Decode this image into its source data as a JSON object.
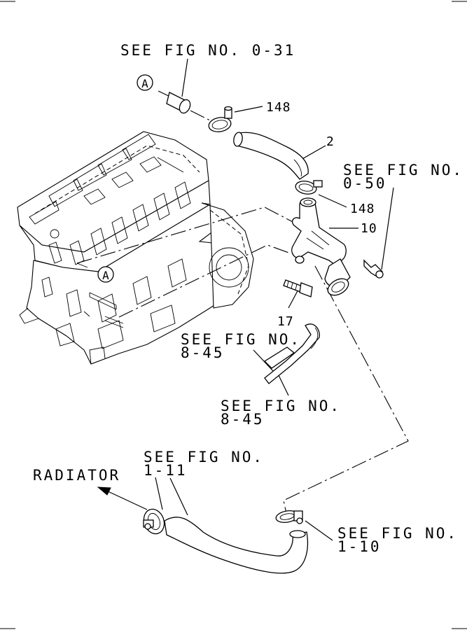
{
  "references": {
    "fig_0_31": "SEE FIG NO. 0-31",
    "fig_0_50_line1": "SEE FIG NO.",
    "fig_0_50_line2": "0-50",
    "fig_8_45_a_line1": "SEE FIG NO.",
    "fig_8_45_a_line2": "8-45",
    "fig_8_45_b_line1": "SEE FIG NO.",
    "fig_8_45_b_line2": "8-45",
    "fig_1_11_line1": "SEE FIG NO.",
    "fig_1_11_line2": "1-11",
    "fig_1_10_line1": "SEE FIG NO.",
    "fig_1_10_line2": "1-10"
  },
  "callouts": {
    "circle_a_top": "A",
    "circle_a_engine": "A",
    "part_148_upper": "148",
    "part_2": "2",
    "part_148_lower": "148",
    "part_10": "10",
    "part_17": "17"
  },
  "labels": {
    "radiator": "RADIATOR"
  }
}
